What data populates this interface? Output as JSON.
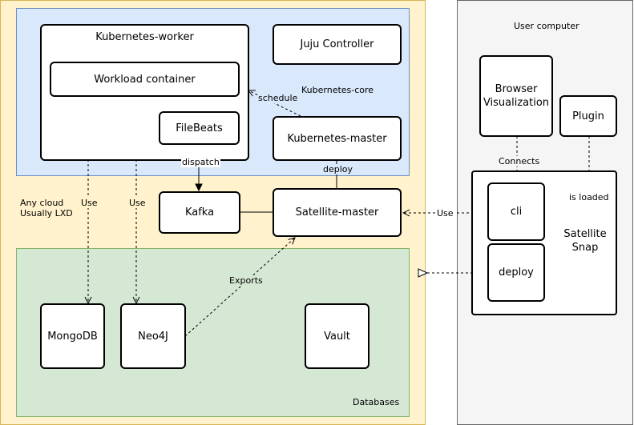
{
  "regions": {
    "cloud": "Any cloud\nUsually LXD",
    "core": "Kubernetes-core",
    "databases": "Databases",
    "user": "User computer"
  },
  "nodes": {
    "worker": "Kubernetes-worker",
    "workload": "Workload container",
    "filebeats": "FileBeats",
    "juju": "Juju Controller",
    "master": "Kubernetes-master",
    "kafka": "Kafka",
    "satellite_master": "Satellite-master",
    "mongodb": "MongoDB",
    "neo4j": "Neo4J",
    "vault": "Vault",
    "browser": "Browser\nVisualization",
    "plugin": "Plugin",
    "snap": "Satellite\nSnap",
    "cli": "cli",
    "deploy": "deploy"
  },
  "edges": {
    "schedule": "schedule",
    "dispatch": "dispatch",
    "deploy": "deploy",
    "use1": "Use",
    "use2": "Use",
    "use3": "Use",
    "exports": "Exports",
    "connects": "Connects",
    "is_loaded": "is loaded"
  }
}
